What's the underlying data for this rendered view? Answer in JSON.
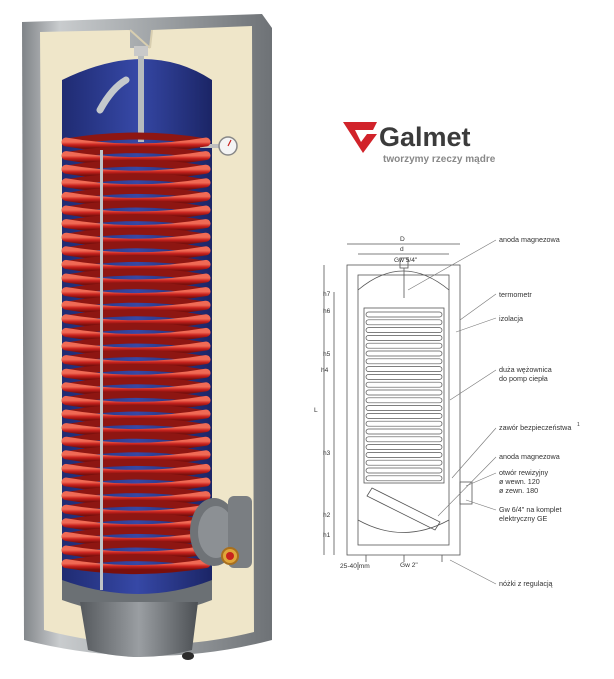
{
  "brand": {
    "name": "Galmet",
    "tagline": "tworzymy rzeczy mądre",
    "logo_color": "#d1232a"
  },
  "diagram": {
    "dimensions": {
      "D": "D",
      "d": "d",
      "L": "L",
      "h7": "h7",
      "h6": "h6",
      "h5": "h5",
      "h4": "h4",
      "h3": "h3",
      "h2": "h2",
      "h1": "h1"
    },
    "connections": {
      "top": "Gw 5/4\"",
      "bottom": "Gw 2\"",
      "foot_clearance": "25-40 mm"
    },
    "labels": [
      "anoda magnezowa",
      "termometr",
      "izolacja",
      "duża wężownica",
      "do pomp ciepła",
      "zawór bezpieczeństwa",
      "anoda magnezowa",
      "otwór rewizyjny",
      "ø wewn. 120",
      "ø zewn. 180",
      "Gw 6/4\" na komplet",
      "elektryczny GE",
      "nóżki z regulacją"
    ],
    "safety_valve_note": "1"
  },
  "colors": {
    "coil": "#c8221e",
    "water": "#2b3a8f",
    "insulation": "#efe6c9",
    "casing": "#9ea2a6"
  }
}
